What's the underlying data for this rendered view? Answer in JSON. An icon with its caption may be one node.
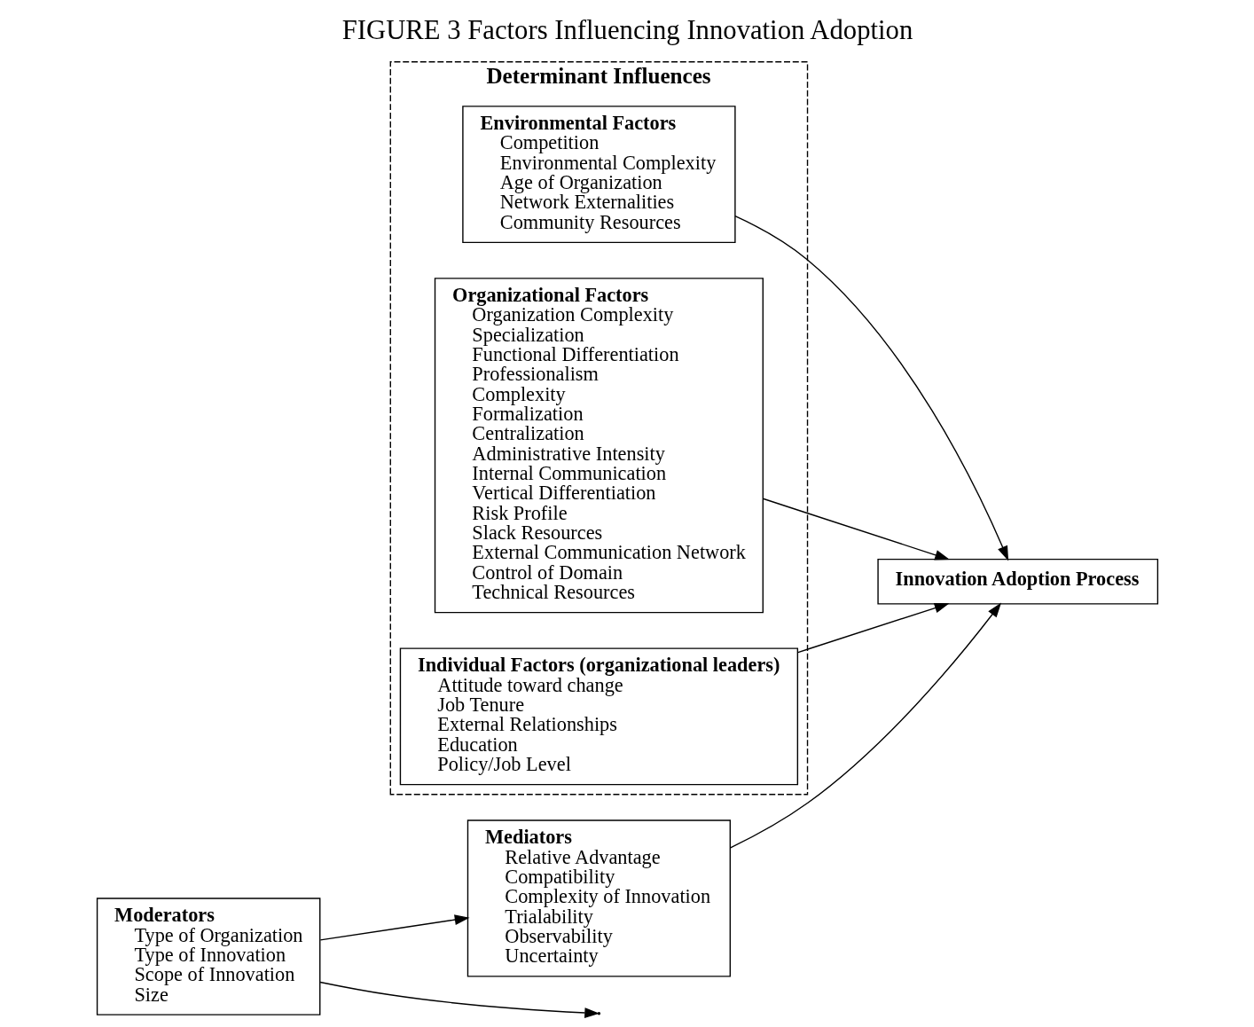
{
  "diagram": {
    "title": "FIGURE 3 Factors Influencing Innovation Adoption",
    "nodes": [
      {
        "text": [
          "Determinant Influences"
        ]
      },
      {
        "text": [
          "Environmental Factors",
          "Competition",
          "Environmental Complexity",
          "Age of Organization",
          "Network Externalities",
          "Community Resources"
        ],
        "in": 0
      },
      {
        "text": [
          "Organizational Factors",
          "Organization Complexity",
          "Specialization",
          "Functional Differentiation",
          "Professionalism",
          "Complexity",
          "Formalization",
          "Centralization",
          "Administrative Intensity",
          "Internal Communication",
          "Vertical Differentiation",
          "Risk Profile",
          "Slack Resources",
          "External Communication Network",
          "Control of Domain",
          "Technical Resources"
        ],
        "in": 0
      },
      {
        "text": [
          "Individual Factors (organizational leaders)",
          "Attitude toward change",
          "Job Tenure",
          "External Relationships",
          "Education",
          "Policy/Job Level"
        ],
        "in": 0
      },
      {
        "text": [
          "Innovation Adoption Process"
        ]
      },
      {
        "text": [
          "Moderators",
          "Type of Organization",
          "Type of Innovation",
          "Scope of Innovation",
          "Size"
        ]
      },
      {
        "text": [
          "Mediators",
          "Relative Advantage",
          "Compatibility",
          "Complexity of Innovation",
          "Trialability",
          "Observability",
          "Uncertainty"
        ]
      }
    ],
    "edges": [
      {
        "from": 1,
        "to": 4,
        "arrow": "to"
      },
      {
        "from": 2,
        "to": 4,
        "arrow": "to"
      },
      {
        "from": 3,
        "to": 4,
        "arrow": "to"
      },
      {
        "from": 5,
        "to": null,
        "arrow": "to"
      },
      {
        "from": 5,
        "to": 6,
        "arrow": "to"
      },
      {
        "from": 6,
        "to": 4,
        "arrow": "to"
      }
    ]
  }
}
